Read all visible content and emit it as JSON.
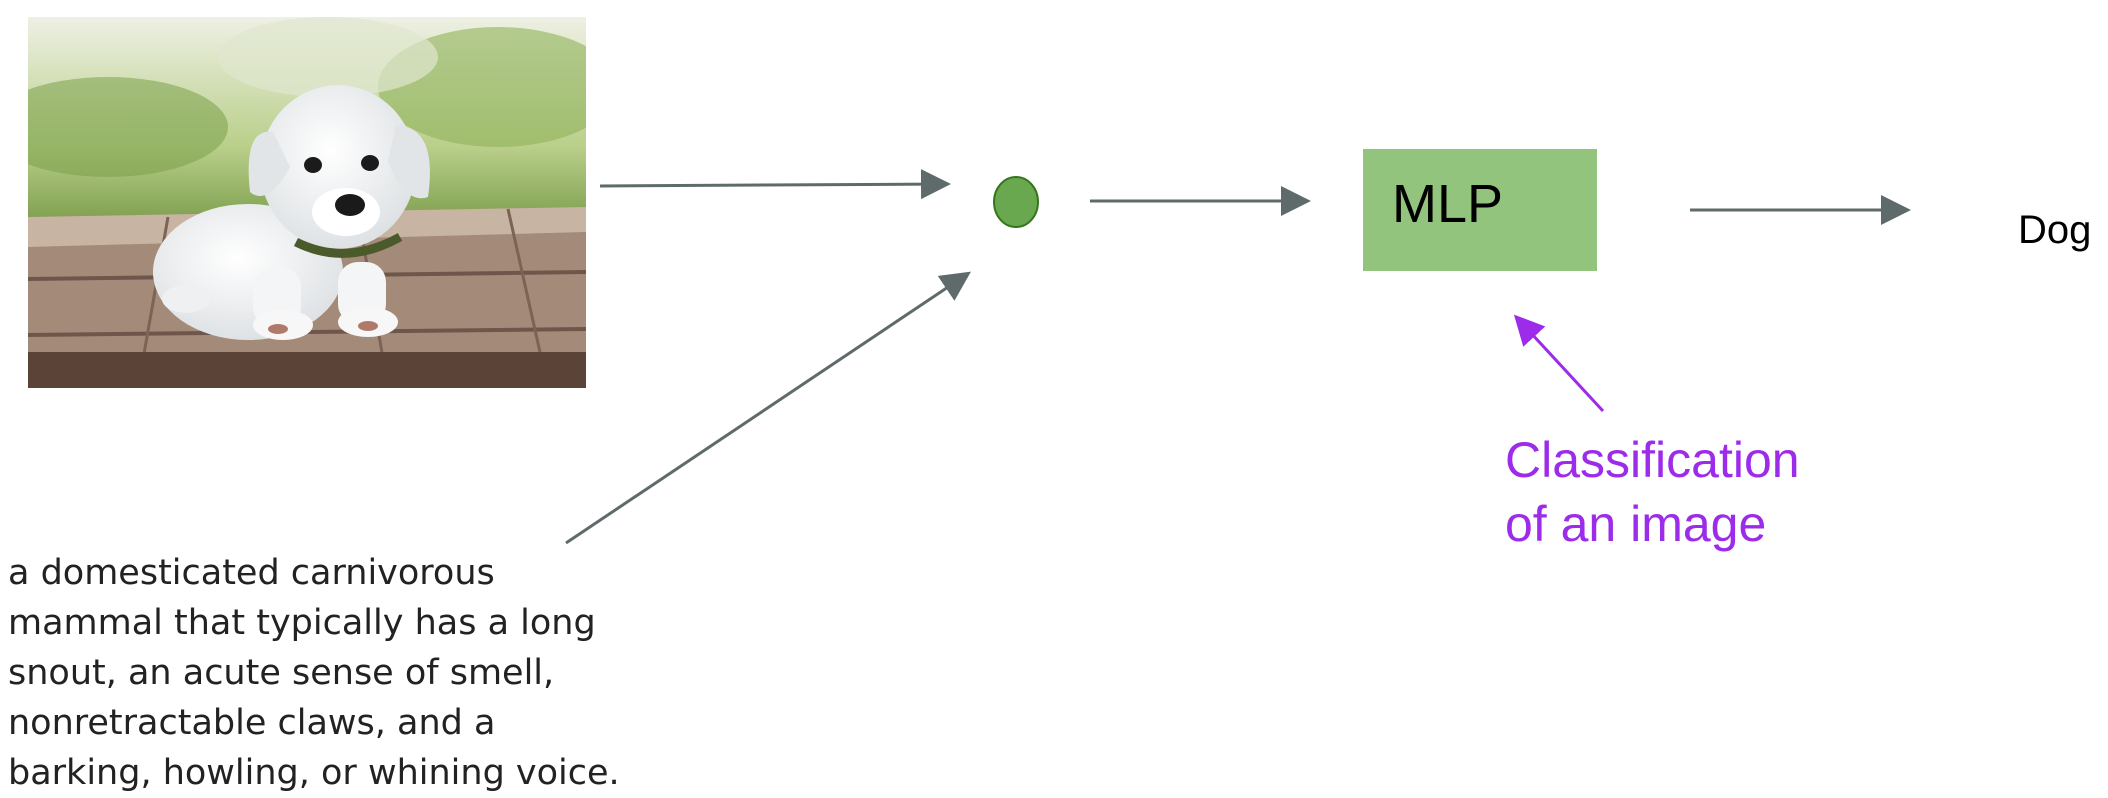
{
  "diagram": {
    "input_image": {
      "subject": "white puppy lying on wooden boards",
      "icon": "dog-photo"
    },
    "description_lines": [
      "a domesticated carnivorous",
      "mammal that typically has a long",
      "snout, an acute sense of smell,",
      "nonretractable claws, and a",
      "barking, howling, or whining voice."
    ],
    "mlp_label": "MLP",
    "output_label": "Dog",
    "annotation_lines": [
      "Classification",
      "of an image"
    ]
  },
  "colors": {
    "arrow": "#5f6b6b",
    "fusion_node": "#6aa84f",
    "fusion_node_border": "#38761d",
    "mlp_fill": "#93c47d",
    "annotation": "#9c2bea",
    "description_text": "#222222"
  }
}
